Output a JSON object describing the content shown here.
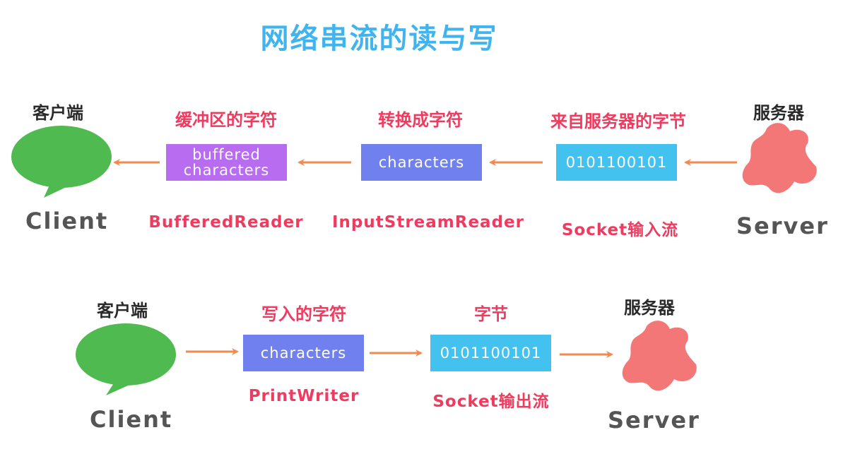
{
  "title": "网络串流的读与写",
  "colors": {
    "title": "#3fb4ee",
    "label_red": "#ee3b5f",
    "arrow": "#f28a4f",
    "bubble": "#4fba4f",
    "splat": "#f47777",
    "box_purple": "#b86cf0",
    "box_blue": "#7180ef",
    "box_cyan": "#43c1ef"
  },
  "read_flow": {
    "client_cn": "客户端",
    "client_en": "Client",
    "server_cn": "服务器",
    "server_en": "Server",
    "buffered_header": "缓冲区的字符",
    "buffered_box": "buffered characters",
    "buffered_class": "BufferedReader",
    "convert_header": "转换成字符",
    "convert_box": "characters",
    "convert_class": "InputStreamReader",
    "bytes_header": "来自服务器的字节",
    "bytes_box": "0101100101",
    "bytes_class": "Socket输入流"
  },
  "write_flow": {
    "client_cn": "客户端",
    "client_en": "Client",
    "server_cn": "服务器",
    "server_en": "Server",
    "chars_header": "写入的字符",
    "chars_box": "characters",
    "chars_class": "PrintWriter",
    "bytes_header": "字节",
    "bytes_box": "0101100101",
    "bytes_class": "Socket输出流"
  }
}
